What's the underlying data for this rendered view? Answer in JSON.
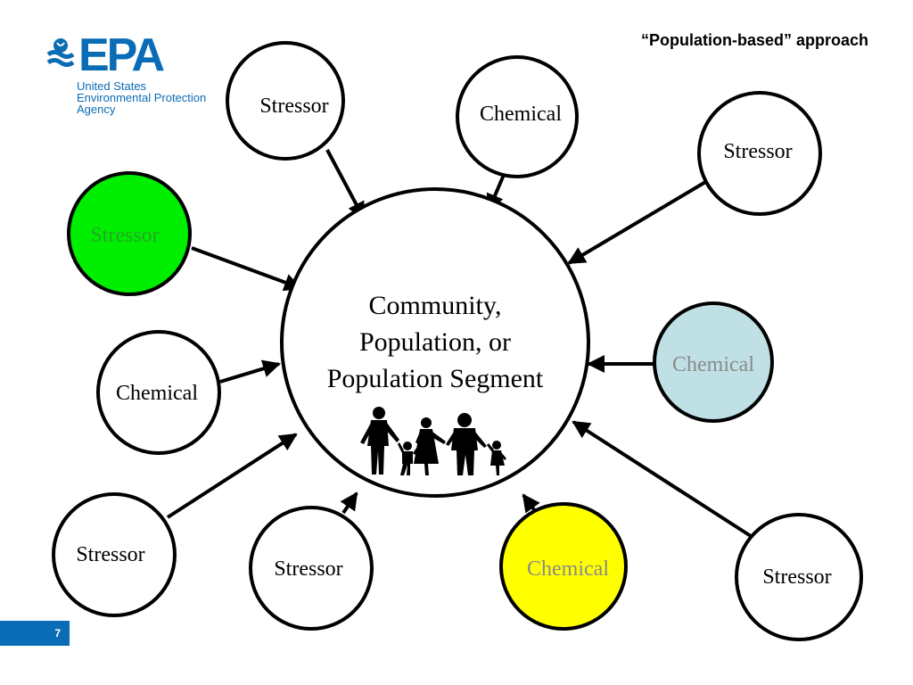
{
  "header": {
    "logo": {
      "word": "EPA",
      "lines": [
        "United States",
        "Environmental Protection",
        "Agency"
      ]
    },
    "title": "“Population-based” approach"
  },
  "colors": {
    "epa_blue": "#0a6cb5",
    "green": "#00ee00",
    "light_blue": "#bfe1e6",
    "yellow": "#ffff00",
    "muted_text": "#8a8a8a"
  },
  "diagram": {
    "center": {
      "lines": [
        "Community,",
        "Population, or",
        "Population Segment"
      ],
      "icon": "family-silhouette-icon"
    },
    "nodes": [
      {
        "id": "stressor-top-left",
        "label": "Stressor",
        "fill": "#ffffff",
        "text_color": "#000000"
      },
      {
        "id": "chemical-top",
        "label": "Chemical",
        "fill": "#ffffff",
        "text_color": "#000000"
      },
      {
        "id": "stressor-top-right",
        "label": "Stressor",
        "fill": "#ffffff",
        "text_color": "#000000"
      },
      {
        "id": "stressor-green",
        "label": "Stressor",
        "fill": "#00ee00",
        "text_color": "#22aa22"
      },
      {
        "id": "chemical-left",
        "label": "Chemical",
        "fill": "#ffffff",
        "text_color": "#000000"
      },
      {
        "id": "chemical-light-blue",
        "label": "Chemical",
        "fill": "#bfe1e6",
        "text_color": "#8a8a8a"
      },
      {
        "id": "stressor-bottom-left",
        "label": "Stressor",
        "fill": "#ffffff",
        "text_color": "#000000"
      },
      {
        "id": "stressor-bottom-center",
        "label": "Stressor",
        "fill": "#ffffff",
        "text_color": "#000000"
      },
      {
        "id": "chemical-yellow",
        "label": "Chemical",
        "fill": "#ffff00",
        "text_color": "#8a8a8a"
      },
      {
        "id": "stressor-bottom-right",
        "label": "Stressor",
        "fill": "#ffffff",
        "text_color": "#000000"
      }
    ]
  },
  "footer": {
    "page_number": "7"
  }
}
